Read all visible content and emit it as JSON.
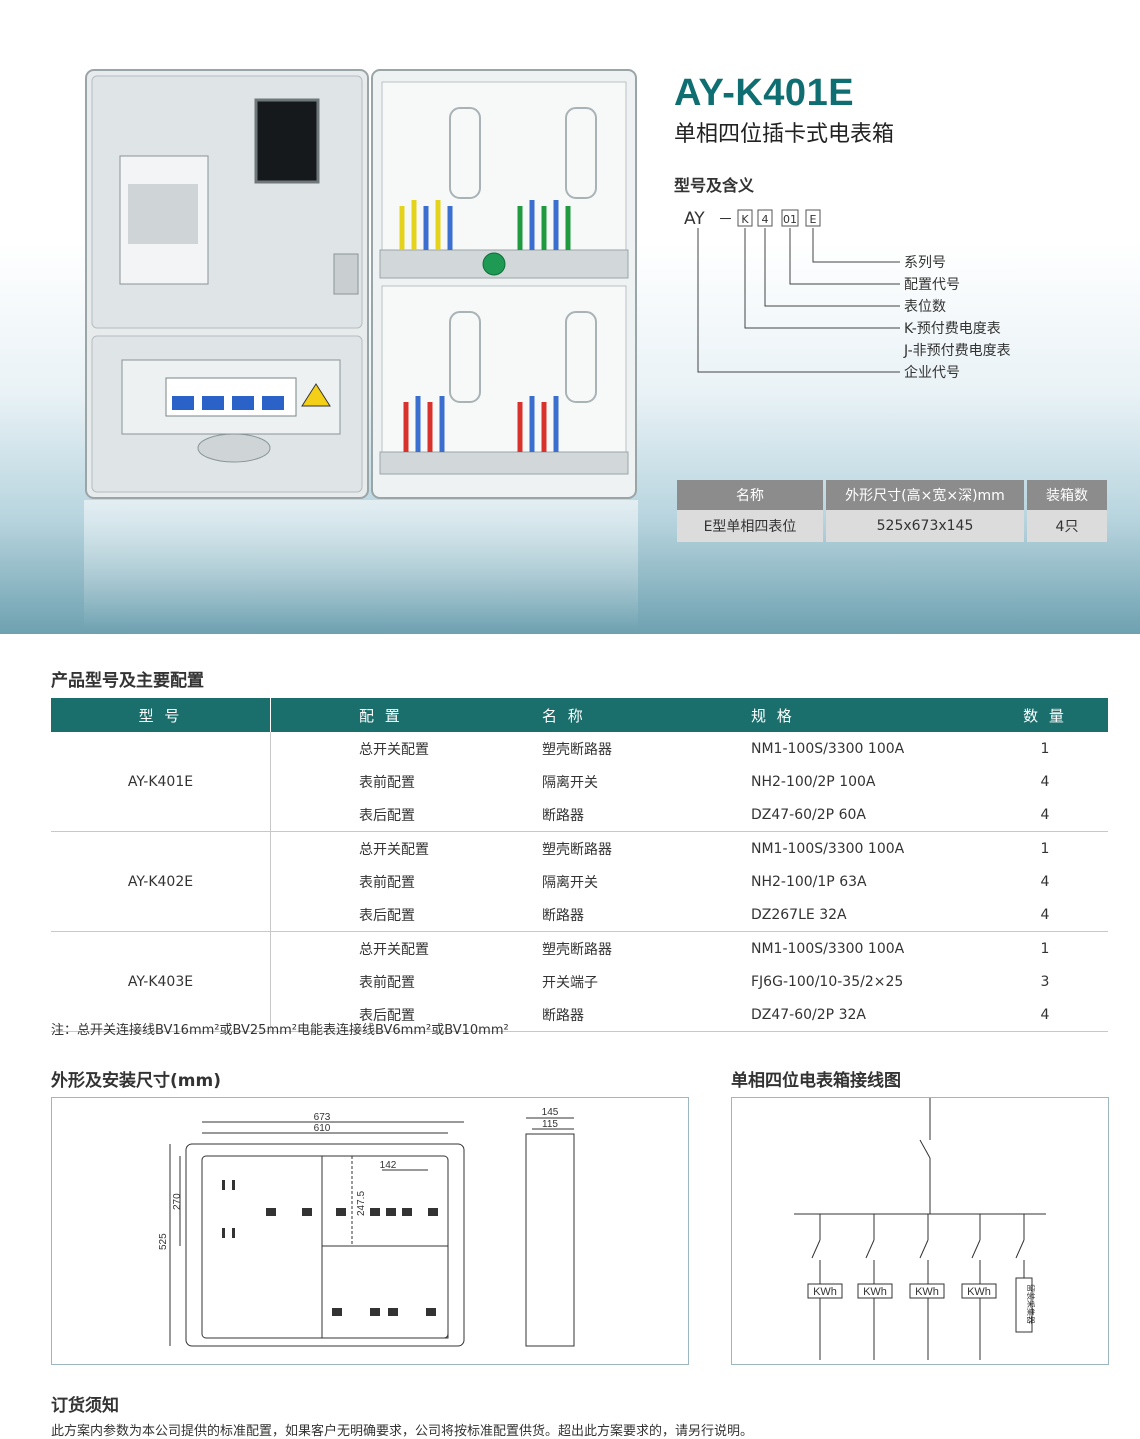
{
  "product": {
    "model": "AY-K401E",
    "subtitle": "单相四位插卡式电表箱"
  },
  "model_code": {
    "heading": "型号及含义",
    "code_prefix": "AY",
    "code_dash": "－",
    "code_boxes": [
      "K",
      "4",
      "01",
      "E"
    ],
    "meanings": [
      "系列号",
      "配置代号",
      "表位数",
      "K-预付费电度表",
      "J-非预付费电度表",
      "企业代号"
    ]
  },
  "spec_table": {
    "headers": [
      "名称",
      "外形尺寸(高×宽×深)mm",
      "装箱数"
    ],
    "row": [
      "E型单相四表位",
      "525x673x145",
      "4只"
    ]
  },
  "config_section": {
    "heading": "产品型号及主要配置",
    "headers": [
      "型 号",
      "配 置",
      "名 称",
      "规 格",
      "数 量"
    ],
    "groups": [
      {
        "model": "AY-K401E",
        "rows": [
          {
            "config": "总开关配置",
            "name": "塑壳断路器",
            "spec": "NM1-100S/3300 100A",
            "qty": "1"
          },
          {
            "config": "表前配置",
            "name": "隔离开关",
            "spec": "NH2-100/2P 100A",
            "qty": "4"
          },
          {
            "config": "表后配置",
            "name": "断路器",
            "spec": "DZ47-60/2P 60A",
            "qty": "4"
          }
        ]
      },
      {
        "model": "AY-K402E",
        "rows": [
          {
            "config": "总开关配置",
            "name": "塑壳断路器",
            "spec": "NM1-100S/3300 100A",
            "qty": "1"
          },
          {
            "config": "表前配置",
            "name": "隔离开关",
            "spec": "NH2-100/1P 63A",
            "qty": "4"
          },
          {
            "config": "表后配置",
            "name": "断路器",
            "spec": "DZ267LE 32A",
            "qty": "4"
          }
        ]
      },
      {
        "model": "AY-K403E",
        "rows": [
          {
            "config": "总开关配置",
            "name": "塑壳断路器",
            "spec": "NM1-100S/3300 100A",
            "qty": "1"
          },
          {
            "config": "表前配置",
            "name": "开关端子",
            "spec": "FJ6G-100/10-35/2×25",
            "qty": "3"
          },
          {
            "config": "表后配置",
            "name": "断路器",
            "spec": "DZ47-60/2P 32A",
            "qty": "4"
          }
        ]
      }
    ],
    "note": "注：总开关连接线BV16mm²或BV25mm²电能表连接线BV6mm²或BV10mm²"
  },
  "dimensions": {
    "heading": "外形及安装尺寸(mm)",
    "labels": [
      "673",
      "610",
      "142",
      "247.5",
      "270",
      "525",
      "145",
      "115"
    ]
  },
  "wiring": {
    "heading": "单相四位电表箱接线图",
    "meter_label": "KWh",
    "collector_label": "留装采集器"
  },
  "footer": {
    "heading": "订货须知",
    "text": "此方案内参数为本公司提供的标准配置，如果客户无明确要求，公司将按标准配置供货。超出此方案要求的，请另行说明。"
  }
}
